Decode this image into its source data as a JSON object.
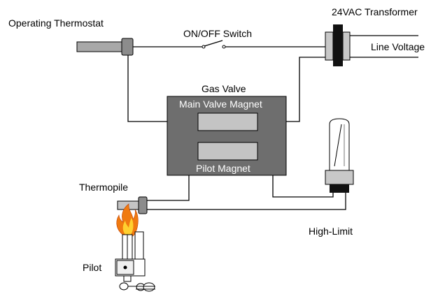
{
  "labels": {
    "operating_thermostat": "Operating Thermostat",
    "on_off_switch": "ON/OFF Switch",
    "transformer": "24VAC Transformer",
    "line_voltage": "Line Voltage",
    "gas_valve": "Gas Valve",
    "main_valve_magnet": "Main Valve Magnet",
    "pilot_magnet": "Pilot Magnet",
    "thermopile": "Thermopile",
    "high_limit": "High-Limit",
    "pilot": "Pilot"
  },
  "colors": {
    "gas_valve_body": "#6e6e6e",
    "magnet_fill": "#c4c4c4",
    "thermostat_fill": "#a8a8a8",
    "transformer_core": "#111111",
    "flame_outer": "#f07a10",
    "flame_inner": "#ffd030"
  }
}
